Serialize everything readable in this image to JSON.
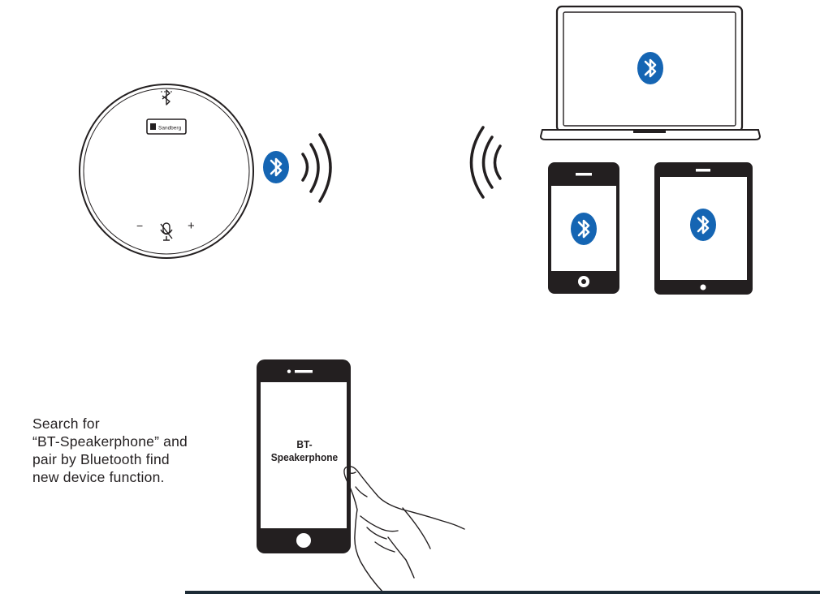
{
  "speakerphone": {
    "brand": "Sandberg",
    "minus_symbol": "−",
    "plus_symbol": "+"
  },
  "instruction": {
    "lines": [
      "Search for",
      "“BT-Speakerphone” and",
      "pair by Bluetooth find",
      "new device function."
    ]
  },
  "phone_screen": {
    "label_line1": "BT-",
    "label_line2": "Speakerphone"
  },
  "colors": {
    "bluetooth_blue": "#1565b3",
    "line": "#231f20",
    "bottom_bar": "#1d2b36"
  },
  "icons": [
    "bluetooth-icon",
    "microphone-icon",
    "signal-waves-icon",
    "hand-icon"
  ]
}
